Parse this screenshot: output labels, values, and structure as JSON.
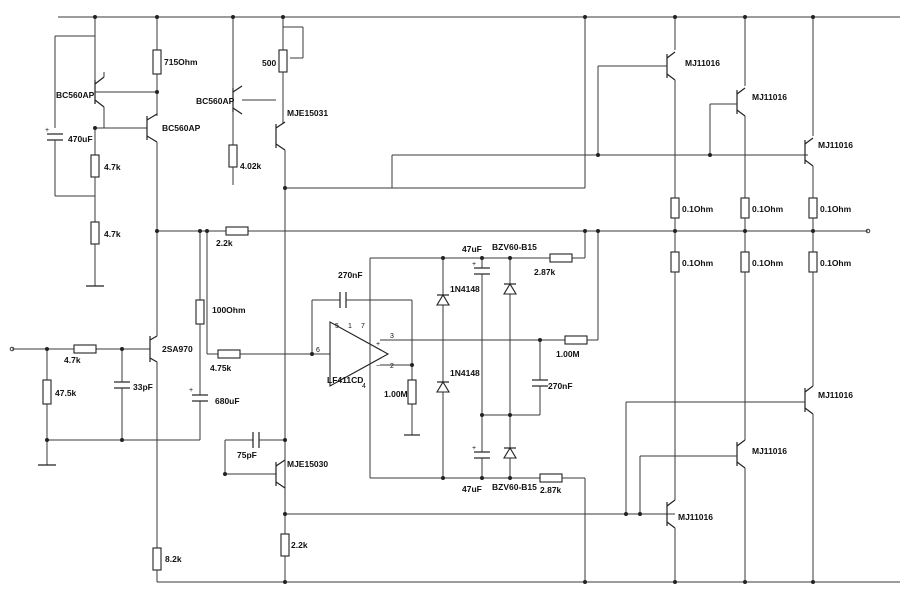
{
  "labels": {
    "r715": "715Ohm",
    "r500": "500",
    "q_bc560ap_1": "BC560AP",
    "q_bc560ap_2": "BC560AP",
    "q_bc560ap_3": "BC560AP",
    "c470": "470uF",
    "r47k_1": "4.7k",
    "r47k_2": "4.7k",
    "q_mje15031": "MJE15031",
    "r402": "4.02k",
    "r22k_fb": "2.2k",
    "r100ohm": "100Ohm",
    "r47k_in": "4.7k",
    "r475k": "47.5k",
    "c33": "33pF",
    "q_2sa970": "2SA970",
    "c680": "680uF",
    "r475": "4.75k",
    "c75": "75pF",
    "q_mje15030": "MJE15030",
    "r22k_low": "2.2k",
    "r82k": "8.2k",
    "c270_top": "270nF",
    "pin5": "5",
    "pin1": "1",
    "pin7": "7",
    "pin6": "6",
    "pin3": "3",
    "pin2": "2",
    "pin4": "4",
    "plus": "+",
    "minus": "−",
    "opamp": "LF411CD",
    "r1m_low": "1.00M",
    "d1n4148_top": "1N4148",
    "d1n4148_bot": "1N4148",
    "c47_top": "47uF",
    "c47_bot": "47uF",
    "z_top": "BZV60-B15",
    "z_bot": "BZV60-B15",
    "r287_top": "2.87k",
    "r287_bot": "2.87k",
    "r1m_right": "1.00M",
    "c270_right": "270nF",
    "mj_1": "MJ11016",
    "mj_2": "MJ11016",
    "mj_3": "MJ11016",
    "mj_4": "MJ11016",
    "mj_5": "MJ11016",
    "mj_6": "MJ11016",
    "r01_1": "0.1Ohm",
    "r01_2": "0.1Ohm",
    "r01_3": "0.1Ohm",
    "r01_4": "0.1Ohm",
    "r01_5": "0.1Ohm",
    "r01_6": "0.1Ohm"
  }
}
